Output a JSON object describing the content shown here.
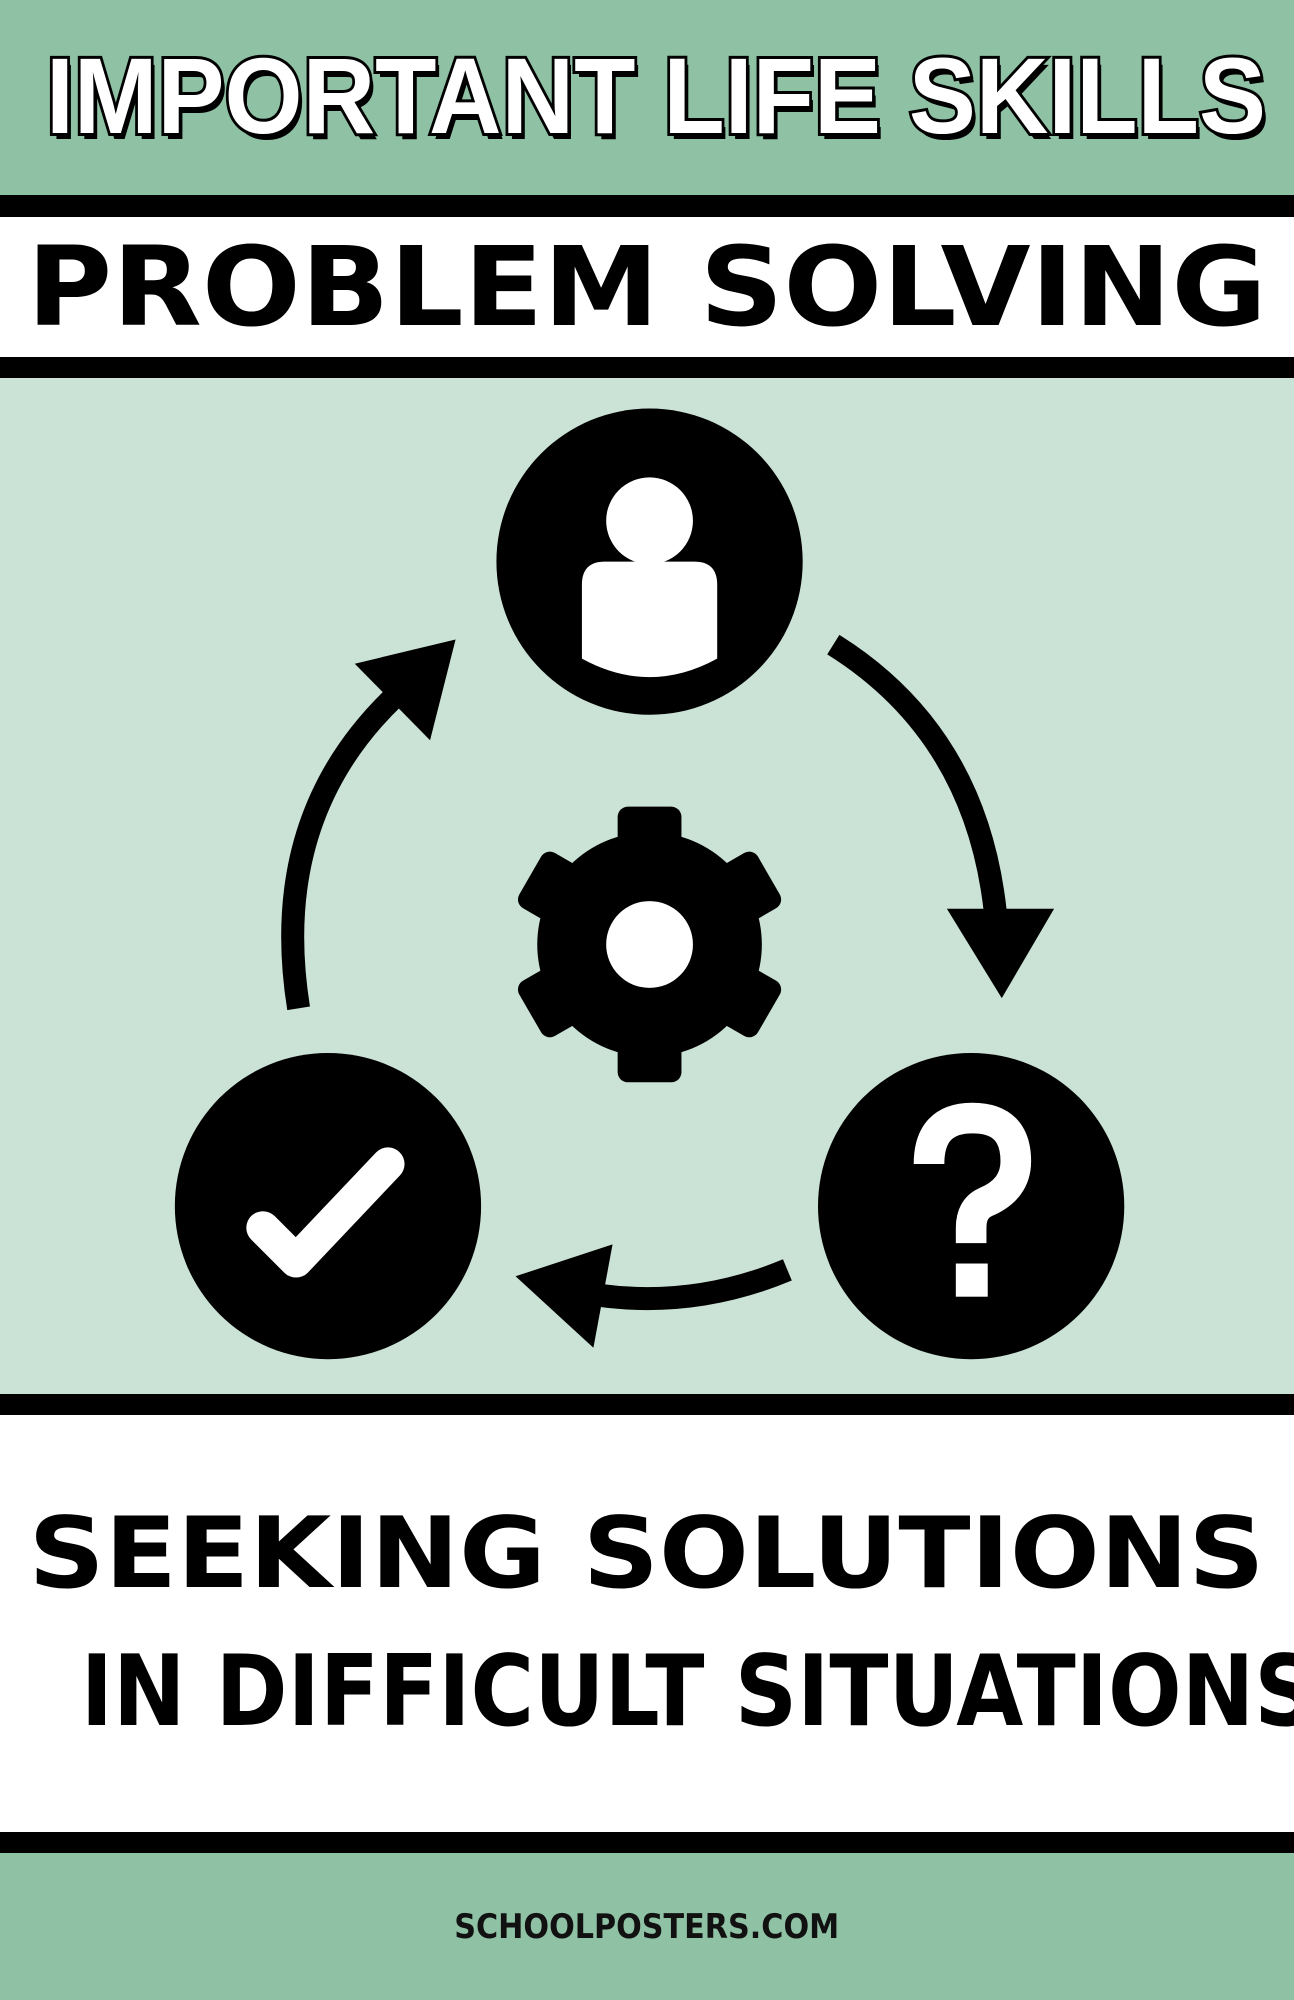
{
  "poster": {
    "series_title": "IMPORTANT LIFE SKILLS",
    "skill_title": "PROBLEM SOLVING",
    "tagline_line1": "SEEKING SOLUTIONS",
    "tagline_line2": "IN DIFFICULT SITUATIONS",
    "footer": "SCHOOLPOSTERS.COM"
  },
  "icons": [
    "person-icon",
    "question-mark-icon",
    "checkmark-icon",
    "gear-icon",
    "cycle-arrow-icon"
  ],
  "colors": {
    "header_green": "#8fc1a5",
    "panel_green": "#cbe3d6",
    "black": "#000000",
    "white": "#ffffff"
  }
}
